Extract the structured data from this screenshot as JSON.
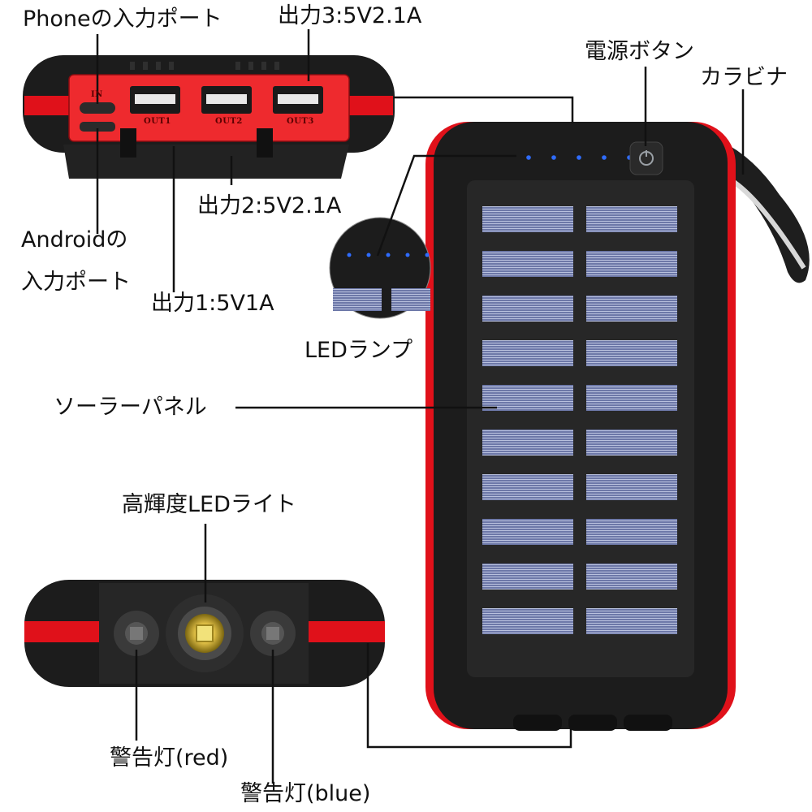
{
  "callouts": {
    "phone_input_port": "Phoneの入力ポート",
    "output3": "出力3:5V2.1A",
    "power_button": "電源ボタン",
    "carabiner": "カラビナ",
    "output2": "出力2:5V2.1A",
    "android_input_port_line1": "Androidの",
    "android_input_port_line2": "入力ポート",
    "output1": "出力1:5V1A",
    "led_lamp": "LEDランプ",
    "solar_panel": "ソーラーパネル",
    "high_brightness_led_light": "高輝度LEDライト",
    "warning_light_red": "警告灯(red)",
    "warning_light_blue": "警告灯(blue)"
  },
  "port_labels": {
    "in": "IN",
    "out1": "OUT1",
    "out2": "OUT2",
    "out3": "OUT3"
  },
  "colors": {
    "body": "#1c1c1c",
    "accent_red": "#e0111a",
    "panel_red": "#ee2a2e",
    "solar_cell": "#6a77a8",
    "led_blue": "#2f6cff"
  },
  "solar_cell_rows": 10,
  "led_count": 5
}
